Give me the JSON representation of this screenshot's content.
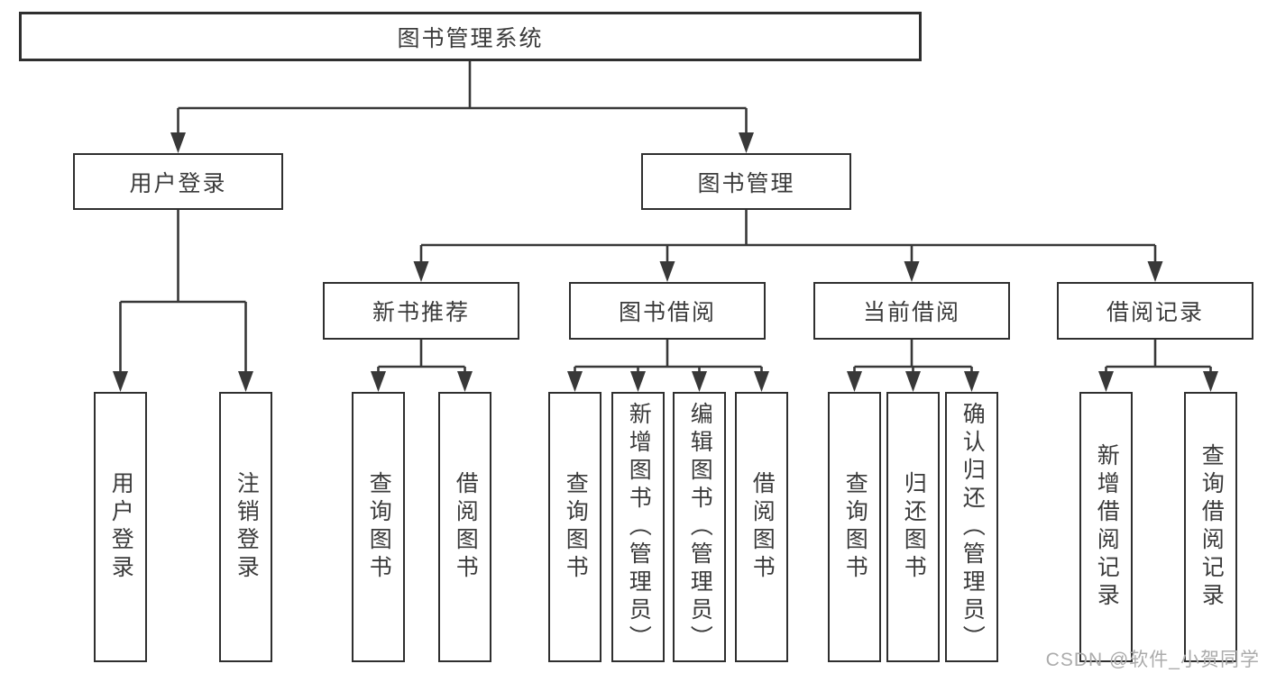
{
  "colors": {
    "line": "#383838",
    "border": "#2f2f2f",
    "text": "#3b3b3b",
    "background": "#ffffff",
    "watermark": "#ababab"
  },
  "tree": {
    "label": "图书管理系统",
    "children": [
      {
        "label": "用户登录",
        "children": [
          {
            "label": "用户登录"
          },
          {
            "label": "注销登录"
          }
        ]
      },
      {
        "label": "图书管理",
        "children": [
          {
            "label": "新书推荐",
            "children": [
              {
                "label": "查询图书"
              },
              {
                "label": "借阅图书"
              }
            ]
          },
          {
            "label": "图书借阅",
            "children": [
              {
                "label": "查询图书"
              },
              {
                "label": "新增图书（管理员）"
              },
              {
                "label": "编辑图书（管理员）"
              },
              {
                "label": "借阅图书"
              }
            ]
          },
          {
            "label": "当前借阅",
            "children": [
              {
                "label": "查询图书"
              },
              {
                "label": "归还图书"
              },
              {
                "label": "确认归还（管理员）"
              }
            ]
          },
          {
            "label": "借阅记录",
            "children": [
              {
                "label": "新增借阅记录"
              },
              {
                "label": "查询借阅记录"
              }
            ]
          }
        ]
      }
    ]
  },
  "watermark": {
    "text": "CSDN @软件_小贺同学"
  }
}
